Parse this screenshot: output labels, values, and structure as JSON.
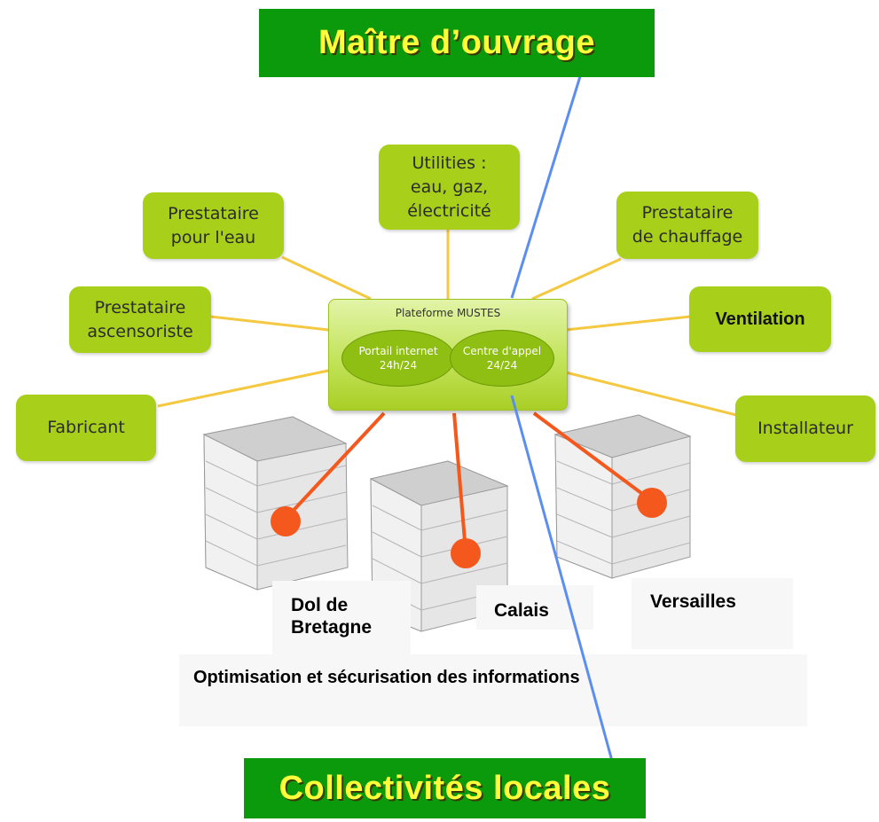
{
  "top_banner": {
    "text": "Maître d’ouvrage",
    "bg": "#0a9a0c",
    "text_color": "#ffff3a"
  },
  "bottom_banner": {
    "text": "Collectivités locales",
    "bg": "#0a9a0c",
    "text_color": "#ffff3a"
  },
  "platform": {
    "title": "Plateforme MUSTES",
    "left_oval": "Portail internet\n24h/24",
    "right_oval": "Centre d'appel\n24/24"
  },
  "nodes": {
    "utilities": "Utilities :\neau, gaz,\nélectricité",
    "prestataire_eau": "Prestataire\npour l'eau",
    "prestataire_chauffage": "Prestataire\nde chauffage",
    "prestataire_ascensoriste": "Prestataire\nascensoriste",
    "ventilation": "Ventilation",
    "fabricant": "Fabricant",
    "installateur": "Installateur"
  },
  "cities": {
    "dol": "Dol de\nBretagne",
    "calais": "Calais",
    "versailles": "Versailles"
  },
  "caption": "Optimisation et sécurisation des informations",
  "colors": {
    "node_green": "#a8cf1a",
    "spoke_yellow": "#f5c842",
    "orange_link": "#f4581c",
    "blue_line": "#5b8ef0"
  }
}
